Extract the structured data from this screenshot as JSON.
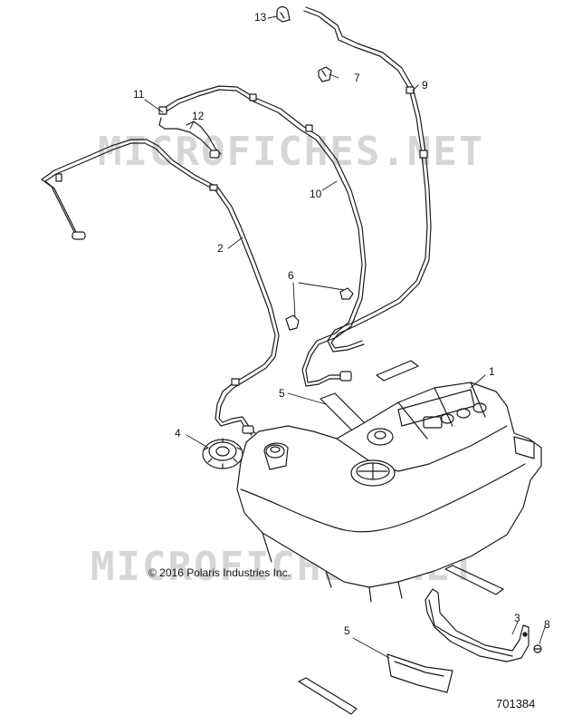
{
  "watermark": "MICROFICHES.NET",
  "copyright": "© 2016 Polaris Industries Inc.",
  "diagram_number": "701384",
  "callouts": {
    "c1": "1",
    "c2": "2",
    "c3": "3",
    "c4": "4",
    "c5a": "5",
    "c5b": "5",
    "c6": "6",
    "c7": "7",
    "c8": "8",
    "c9": "9",
    "c10": "10",
    "c11": "11",
    "c12": "12",
    "c13": "13"
  },
  "colors": {
    "line": "#1a1a1a",
    "watermark": "#d6d6d6",
    "background": "#ffffff"
  }
}
